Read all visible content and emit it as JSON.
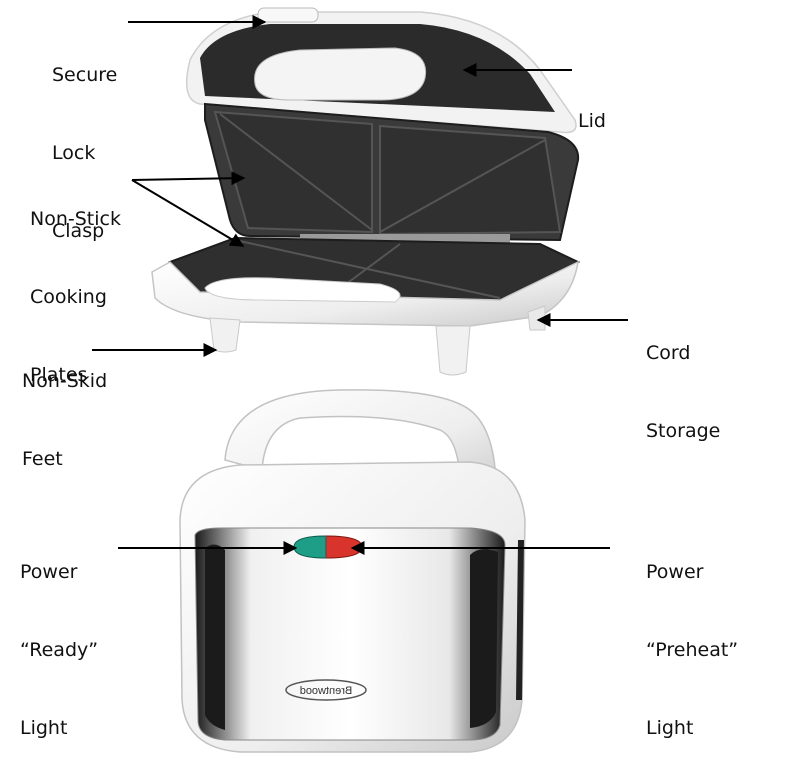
{
  "labels": {
    "secure_lock_clasp": [
      "Secure",
      "Lock",
      "Clasp"
    ],
    "lid": [
      "Lid"
    ],
    "non_stick_cooking_plates": [
      "Non-Stick",
      "Cooking",
      "Plates"
    ],
    "non_skid_feet": [
      "Non-Skid",
      "Feet"
    ],
    "cord_storage": [
      "Cord",
      "Storage"
    ],
    "power_ready_light": [
      "Power",
      "“Ready”",
      "Light"
    ],
    "power_preheat_light": [
      "Power",
      "“Preheat”",
      "Light"
    ]
  },
  "brand_logo": "Brentwood",
  "colors": {
    "body_white": "#f4f4f4",
    "plate_dark": "#2e2e2e",
    "ready_light": "#1e9e86",
    "preheat_light": "#d8342b",
    "arrow": "#000000"
  }
}
